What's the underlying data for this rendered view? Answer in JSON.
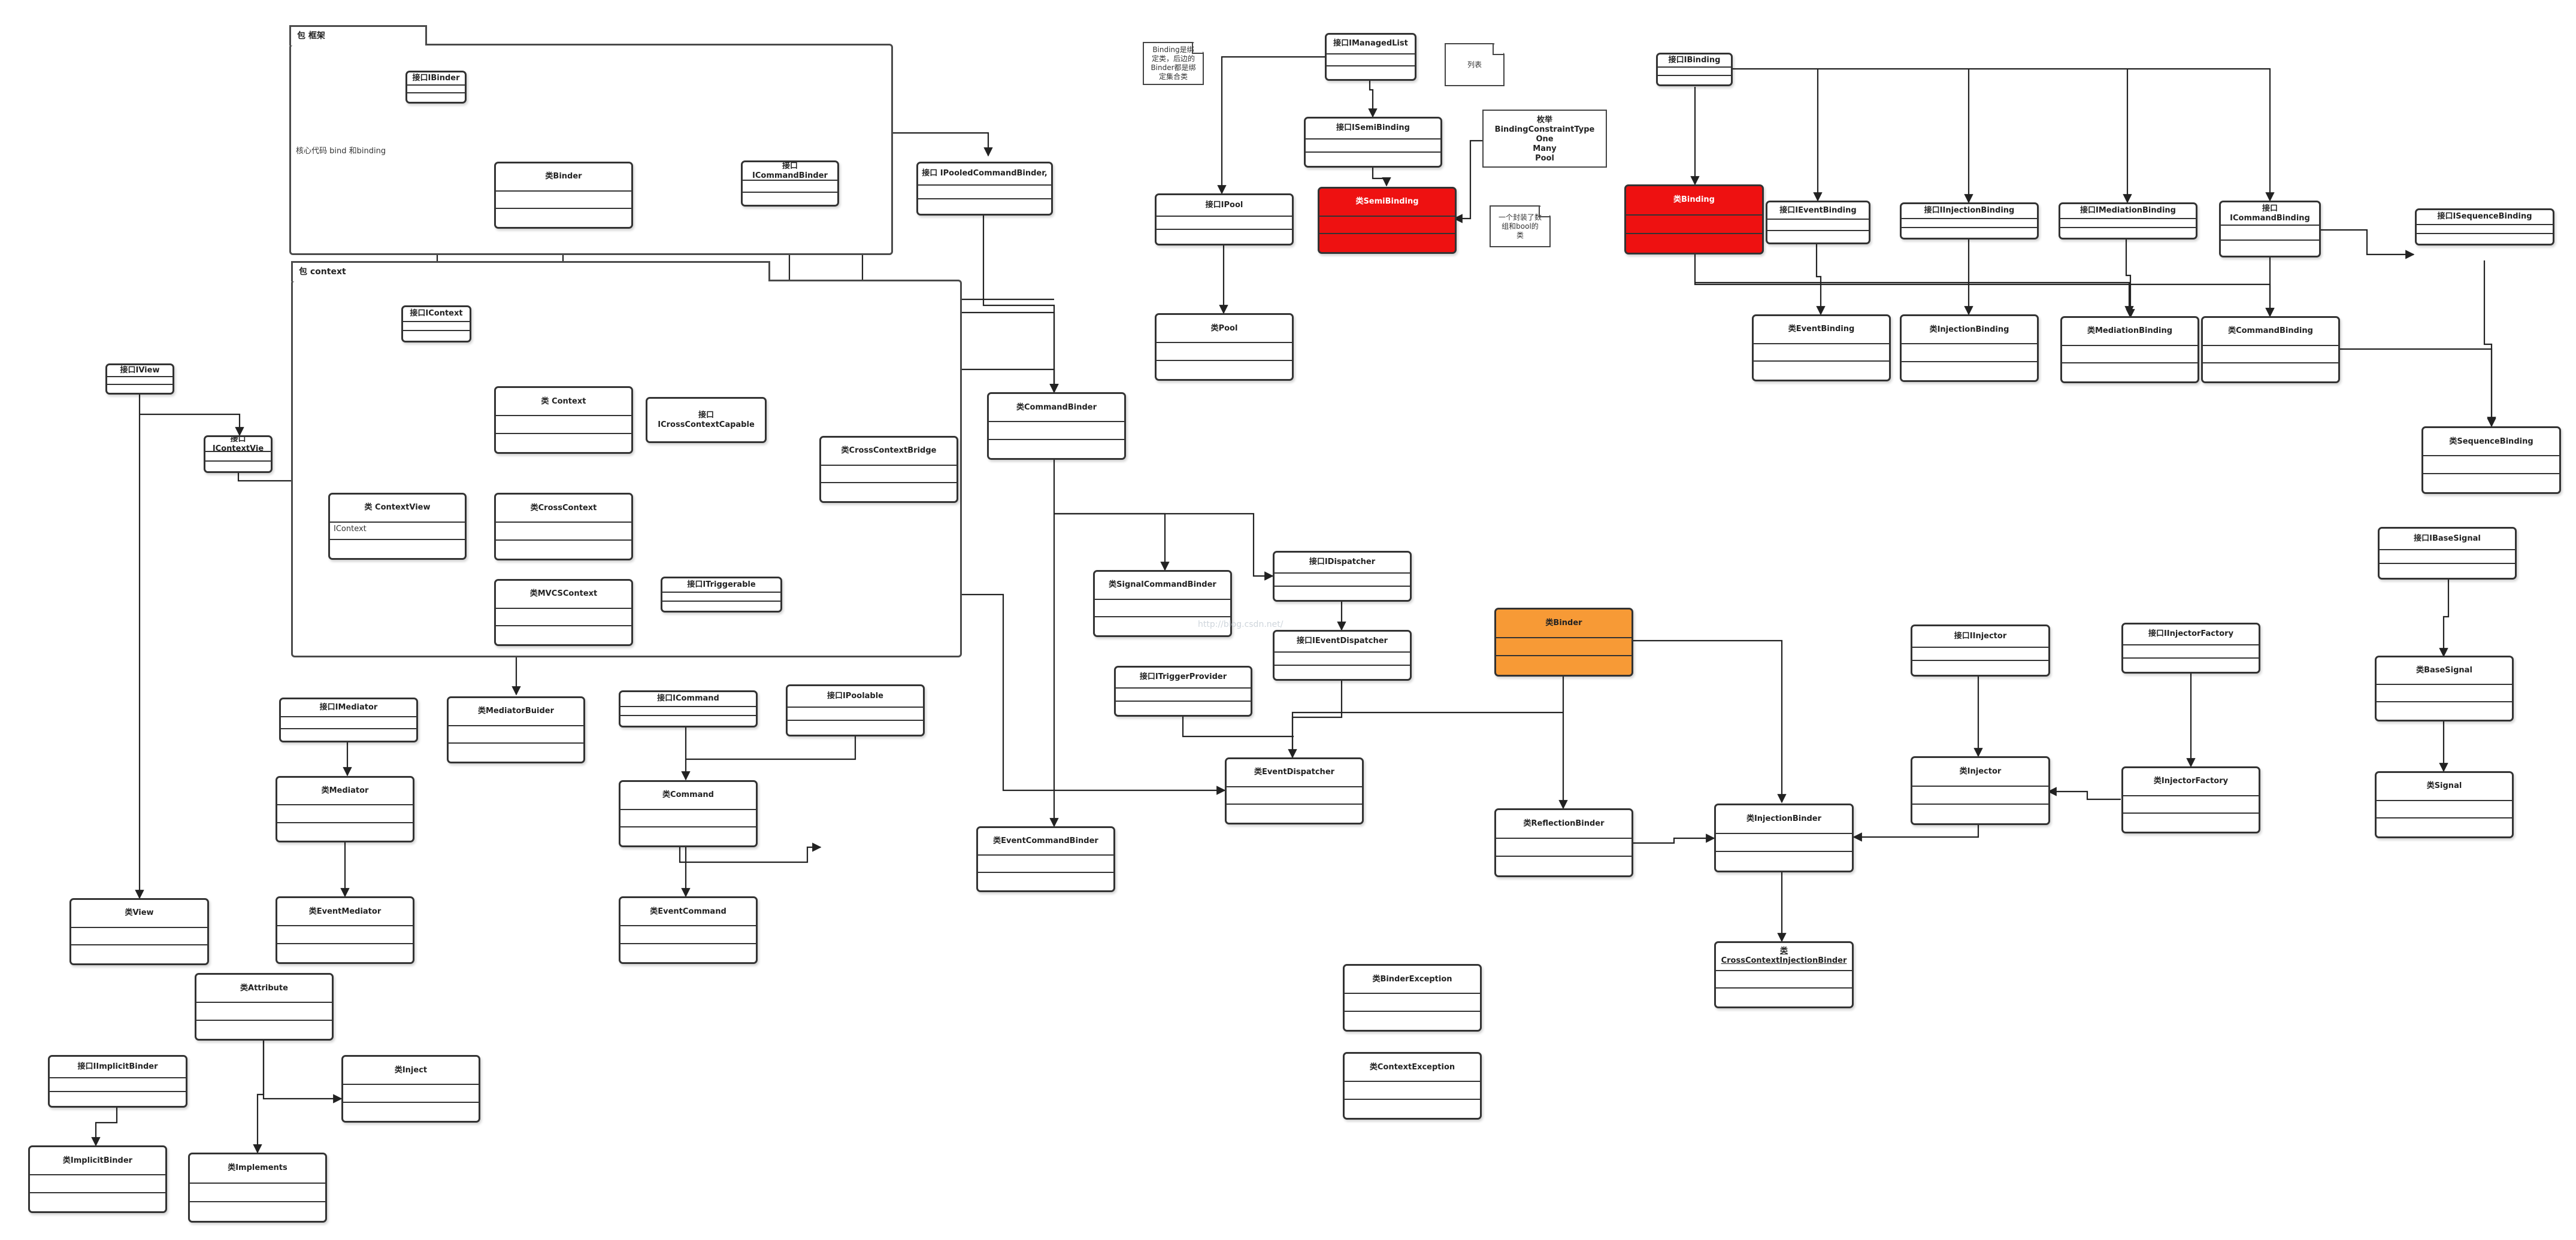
{
  "packages": {
    "framework": {
      "title": "包 框架",
      "note": "核心代码 bind 和binding"
    },
    "context": {
      "title": "包 context"
    }
  },
  "classes": {
    "IBinder": {
      "name": "接口IBinder"
    },
    "Binder": {
      "name": "类Binder"
    },
    "ICommandBinder": {
      "name": "接口\nICommandBinder"
    },
    "IPooledCommandBinder": {
      "name": "接口 IPooledCommandBinder,"
    },
    "IContext": {
      "name": "接口IContext"
    },
    "Context": {
      "name": "类 Context"
    },
    "ICrossContextCapable": {
      "name": "接口\nICrossContextCapable"
    },
    "CrossContextBridge": {
      "name": "类CrossContextBridge"
    },
    "CommandBinder": {
      "name": "类CommandBinder"
    },
    "IView": {
      "name": "接口IView"
    },
    "IContextView": {
      "name": "接口\nIContextVie"
    },
    "ContextView": {
      "name": "类 ContextView",
      "attr": "IContext"
    },
    "CrossContext": {
      "name": "类CrossContext"
    },
    "MVCSContext": {
      "name": "类MVCSContext"
    },
    "ITriggerable": {
      "name": "接口ITriggerable"
    },
    "IMediator": {
      "name": "接口IMediator"
    },
    "Mediator": {
      "name": "类Mediator"
    },
    "MediatorBuider": {
      "name": "类MediatorBuider"
    },
    "ICommand": {
      "name": "接口ICommand"
    },
    "IPoolable": {
      "name": "接口IPoolable"
    },
    "Command": {
      "name": "类Command"
    },
    "EventCommand": {
      "name": "类EventCommand"
    },
    "View": {
      "name": "类View"
    },
    "EventMediator": {
      "name": "类EventMediator"
    },
    "Attribute": {
      "name": "类Attribute"
    },
    "IImplicitBinder": {
      "name": "接口IImplicitBinder"
    },
    "Inject": {
      "name": "类Inject"
    },
    "ImplicitBinder": {
      "name": "类ImplicitBinder"
    },
    "Implements": {
      "name": "类Implements"
    },
    "IManagedList": {
      "name": "接口IManagedList"
    },
    "ISemiBinding": {
      "name": "接口ISemiBinding"
    },
    "SemiBinding": {
      "name": "类SemiBinding"
    },
    "IPool": {
      "name": "接口IPool"
    },
    "Pool": {
      "name": "类Pool"
    },
    "IBinding": {
      "name": "接口IBinding"
    },
    "Binding": {
      "name": "类Binding"
    },
    "IEventBinding": {
      "name": "接口IEventBinding"
    },
    "IInjectionBinding": {
      "name": "接口IInjectionBinding"
    },
    "IMediationBinding": {
      "name": "接口IMediationBinding"
    },
    "ICommandBinding": {
      "name": "接口\nICommandBinding"
    },
    "ISequenceBinding": {
      "name": "接口ISequenceBinding"
    },
    "EventBinding": {
      "name": "类EventBinding"
    },
    "InjectionBinding": {
      "name": "类InjectionBinding"
    },
    "MediationBinding": {
      "name": "类MediationBinding"
    },
    "CommandBinding": {
      "name": "类CommandBinding"
    },
    "SequenceBinding": {
      "name": "类SequenceBinding"
    },
    "SignalCommandBinder": {
      "name": "类SignalCommandBinder"
    },
    "IDispatcher": {
      "name": "接口IDispatcher"
    },
    "IEventDispatcher": {
      "name": "接口IEventDispatcher"
    },
    "ITriggerProvider": {
      "name": "接口ITriggerProvider"
    },
    "EventDispatcher": {
      "name": "类EventDispatcher"
    },
    "EventCommandBinder": {
      "name": "类EventCommandBinder"
    },
    "OrangeBinder": {
      "name": "类Binder"
    },
    "ReflectionBinder": {
      "name": "类ReflectionBinder"
    },
    "InjectionBinder": {
      "name": "类InjectionBinder"
    },
    "CrossContextInjectionBinder": {
      "name": "类\nCrossContextInjectionBinder"
    },
    "IInjector": {
      "name": "接口IInjector"
    },
    "Injector": {
      "name": "类Injector"
    },
    "IInjectorFactory": {
      "name": "接口IInjectorFactory"
    },
    "InjectorFactory": {
      "name": "类InjectorFactory"
    },
    "IBaseSignal": {
      "name": "接口IBaseSignal"
    },
    "BaseSignal": {
      "name": "类BaseSignal"
    },
    "Signal": {
      "name": "类Signal"
    },
    "BinderException": {
      "name": "类BinderException"
    },
    "ContextException": {
      "name": "类ContextException"
    }
  },
  "notes": {
    "bindingNote": "Binding是绑\n定类，后边的\nBinder都是绑\n定集合类",
    "listNote": "列表",
    "poolNote": "一个封装了数\n组和bool的\n类"
  },
  "enum": {
    "title": "枚举",
    "lines": [
      "BindingConstraintType",
      "One",
      "Many",
      "Pool"
    ]
  },
  "watermark": "http://blog.csdn.net/"
}
